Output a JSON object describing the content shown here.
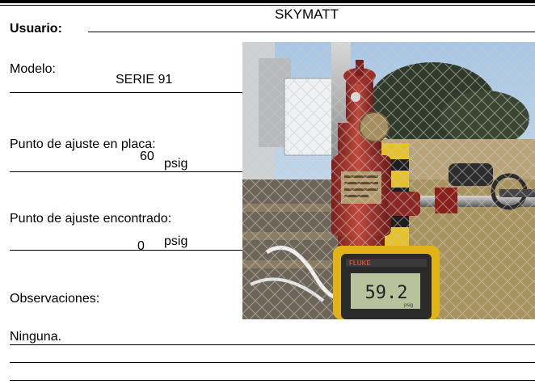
{
  "form": {
    "usuario_label": "Usuario:",
    "usuario_value": "SKYMATT",
    "modelo_label": "Modelo:",
    "modelo_value": "SERIE 91",
    "placa_label": "Punto de ajuste en placa:",
    "placa_value": "60",
    "placa_unit": "psig",
    "encontrado_label": "Punto de ajuste encontrado:",
    "encontrado_value": "0",
    "encontrado_unit": "psig",
    "observaciones_label": "Observaciones:",
    "observaciones_value": "Ninguna."
  },
  "photo": {
    "meter_reading": "59.2",
    "meter_brand": "FLUKE",
    "meter_unit": "psig"
  }
}
